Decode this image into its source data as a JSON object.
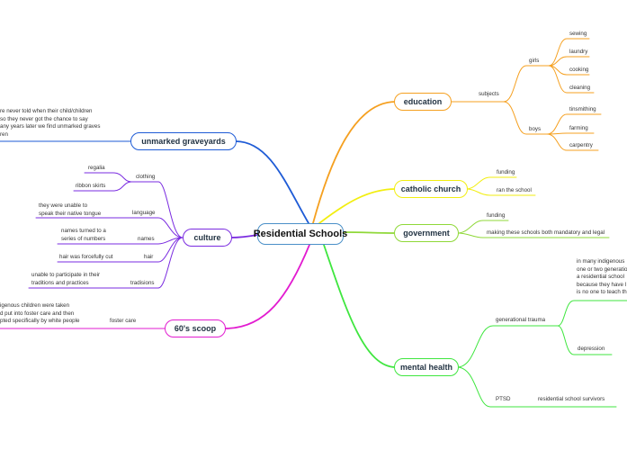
{
  "central": "Residential Schools",
  "colors": {
    "education": "#f5a020",
    "catholic": "#f2ee10",
    "government": "#8fd838",
    "mental_health": "#3fe63f",
    "sixties_scoop": "#e21bd0",
    "culture": "#7a2be0",
    "graveyards": "#1e5bd6",
    "central_border": "#4a90c8"
  },
  "branches": {
    "education": {
      "title": "education",
      "subjects": "subjects",
      "girls": "girls",
      "girls_items": [
        "sewing",
        "laundry",
        "cooking",
        "cleaning"
      ],
      "boys": "boys",
      "boys_items": [
        "tinsmithing",
        "farming",
        "carpentry"
      ]
    },
    "catholic": {
      "title": "catholic church",
      "items": [
        "funding",
        "ran the school"
      ]
    },
    "government": {
      "title": "government",
      "items": [
        "funding",
        "making these schools both mandatory and legal"
      ]
    },
    "mental_health": {
      "title": "mental health",
      "generational_trauma": "generational trauma",
      "trauma_text": [
        "in many indigenous",
        "one or two generatio",
        "a residential school",
        "because they have l",
        "is no one to teach th"
      ],
      "depression": "depression",
      "ptsd": "PTSD",
      "ptsd_item": "residential school survivors"
    },
    "sixties_scoop": {
      "title": "60's scoop",
      "foster_care": "foster care",
      "text": [
        "igenous children were taken",
        "d put into foster care and then",
        "pted specifically by white people"
      ]
    },
    "culture": {
      "title": "culture",
      "clothing": "clothing",
      "regalia": "regalia",
      "ribbon_skirts": "ribbon skirts",
      "language": "language",
      "language_text": [
        "they were unable to",
        "speak their native tongue"
      ],
      "names": "names",
      "names_text": [
        "names turned to a",
        "series of numbers"
      ],
      "hair": "hair",
      "hair_text": "hair was forcefully cut",
      "traditions": "tradisions",
      "traditions_text": [
        "unable to participate in their",
        "traditions and practices"
      ]
    },
    "graveyards": {
      "title": "unmarked graveyards",
      "text": [
        "re never told when their child/children",
        "so they never got the chance to say",
        "any years later we find unmarked graves",
        "ren"
      ]
    }
  }
}
